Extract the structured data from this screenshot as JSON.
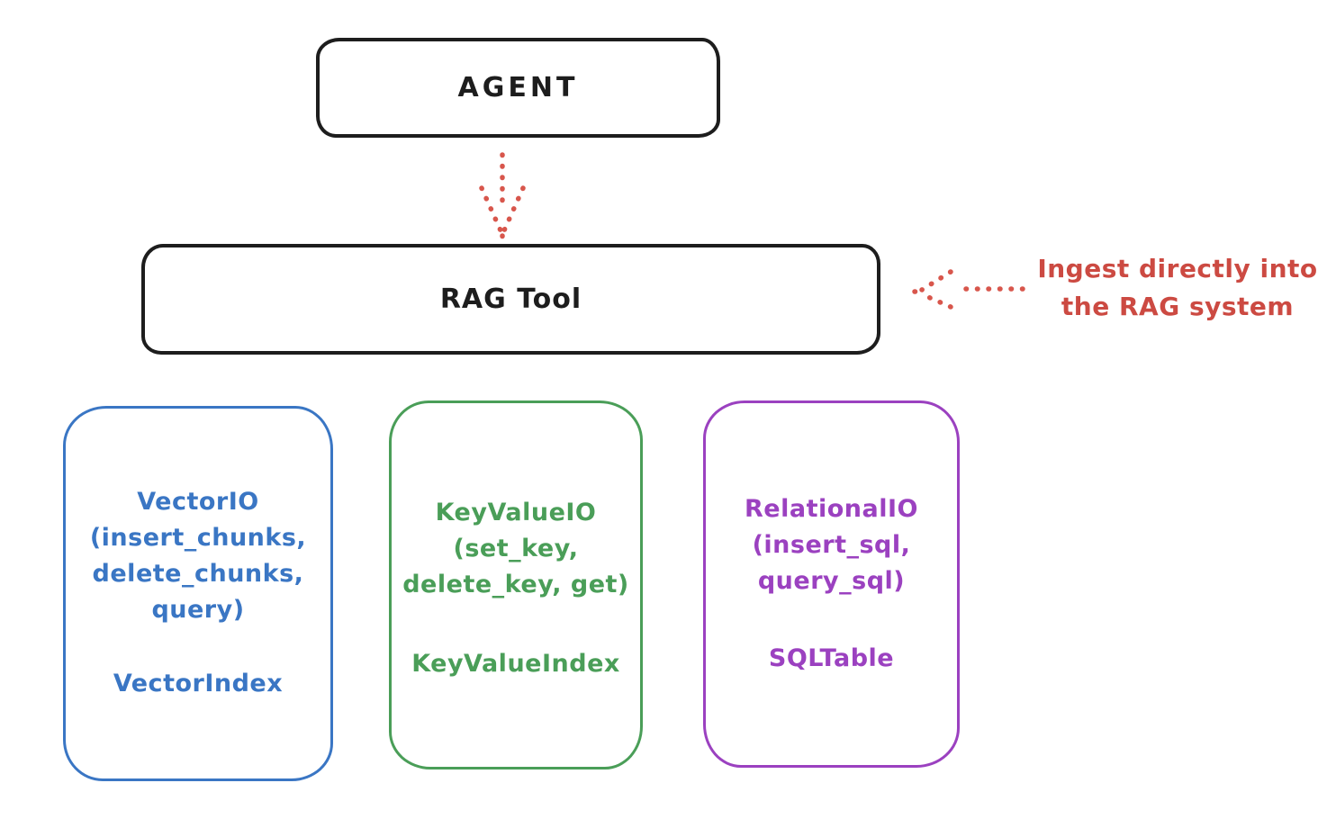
{
  "diagram": {
    "title_semantics": "RAG Tool architecture sketch",
    "nodes": {
      "agent": {
        "label": "AGENT"
      },
      "rag_tool": {
        "label": "RAG Tool"
      },
      "io_boxes": [
        {
          "id": "vector-io",
          "methods": "VectorIO\n(insert_chunks,\ndelete_chunks,\nquery)",
          "index_label": "VectorIndex",
          "color": "#3a76c4"
        },
        {
          "id": "keyvalue-io",
          "methods": "KeyValueIO\n(set_key,\ndelete_key, get)",
          "index_label": "KeyValueIndex",
          "color": "#4a9e58"
        },
        {
          "id": "relational-io",
          "methods": "RelationalIO\n(insert_sql,\nquery_sql)",
          "index_label": "SQLTable",
          "color": "#9b41c0"
        }
      ]
    },
    "annotation": {
      "line1": "Ingest directly into",
      "line2": "the RAG system",
      "color": "#cc4a42"
    },
    "arrows": {
      "agent_to_rag": "dotted red arrow pointing down from AGENT to RAG Tool",
      "annotation_to_rag": "dotted red arrow pointing left from annotation to RAG Tool",
      "color": "#d8564c"
    },
    "colors": {
      "background": "#ffffff",
      "black_stroke": "#1d1d1d",
      "blue": "#3a76c4",
      "green": "#4a9e58",
      "purple": "#9b41c0",
      "red_text": "#cc4a42",
      "red_arrow": "#d8564c"
    }
  }
}
